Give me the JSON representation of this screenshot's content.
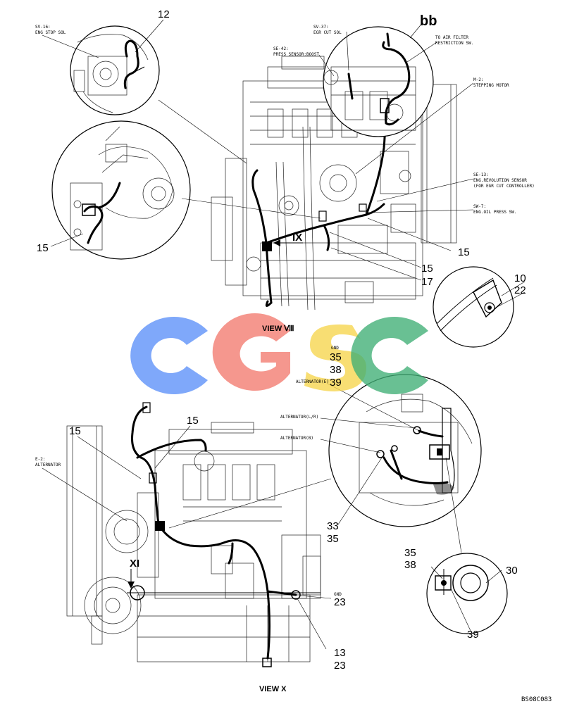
{
  "labels": {
    "sv16": "SV-16:",
    "sv16_desc": "ENG STOP SOL",
    "sv37": "SV-37:",
    "sv37_desc": "EGR CUT SOL",
    "se42": "SE-42:",
    "se42_desc": "PRESS SENSOR:BOOST",
    "air_filter_1": "TO AIR FILTER",
    "air_filter_2": "RESTRICTION SW.",
    "m2": "M-2:",
    "m2_desc": "STEPPING MOTOR",
    "se13": "SE-13:",
    "se13_desc": "ENG.REVOLUTION SENSOR",
    "se13_desc2": "(FOR EGR CUT CONTROLLER)",
    "sw7": "SW-7:",
    "sw7_desc": "ENG.OIL PRESS SW.",
    "e2": "E-2:",
    "e2_desc": "ALTERNATOR",
    "alt_lr": "ALTERNATOR(L/R)",
    "alt_b": "ALTERNATOR(B)",
    "alt_e": "ALTERNATOR(E)",
    "gnd_top": "GND",
    "gnd_bottom": "GND"
  },
  "callouts": {
    "c12": "12",
    "bb": "bb",
    "c15_left": "15",
    "c15_r1": "15",
    "c15_r2": "15",
    "c17": "17",
    "c10": "10",
    "c22": "22",
    "c35a": "35",
    "c38a": "38",
    "c39a": "39",
    "c15_b1": "15",
    "c15_b2": "15",
    "c33": "33",
    "c35b": "35",
    "c35c": "35",
    "c38c": "38",
    "c30": "30",
    "c39c": "39",
    "c23a": "23",
    "c13": "13",
    "c23b": "23"
  },
  "views": {
    "view_viii": "VIEW Ⅷ",
    "view_ix": "IX",
    "view_x": "VIEW X",
    "view_xi": "XI"
  },
  "watermark": {
    "text": "CGSC",
    "colors": [
      "#5b8ff9",
      "#f27a6e",
      "#f6d54b",
      "#3fae74"
    ]
  },
  "figure_code": "BS08C083"
}
